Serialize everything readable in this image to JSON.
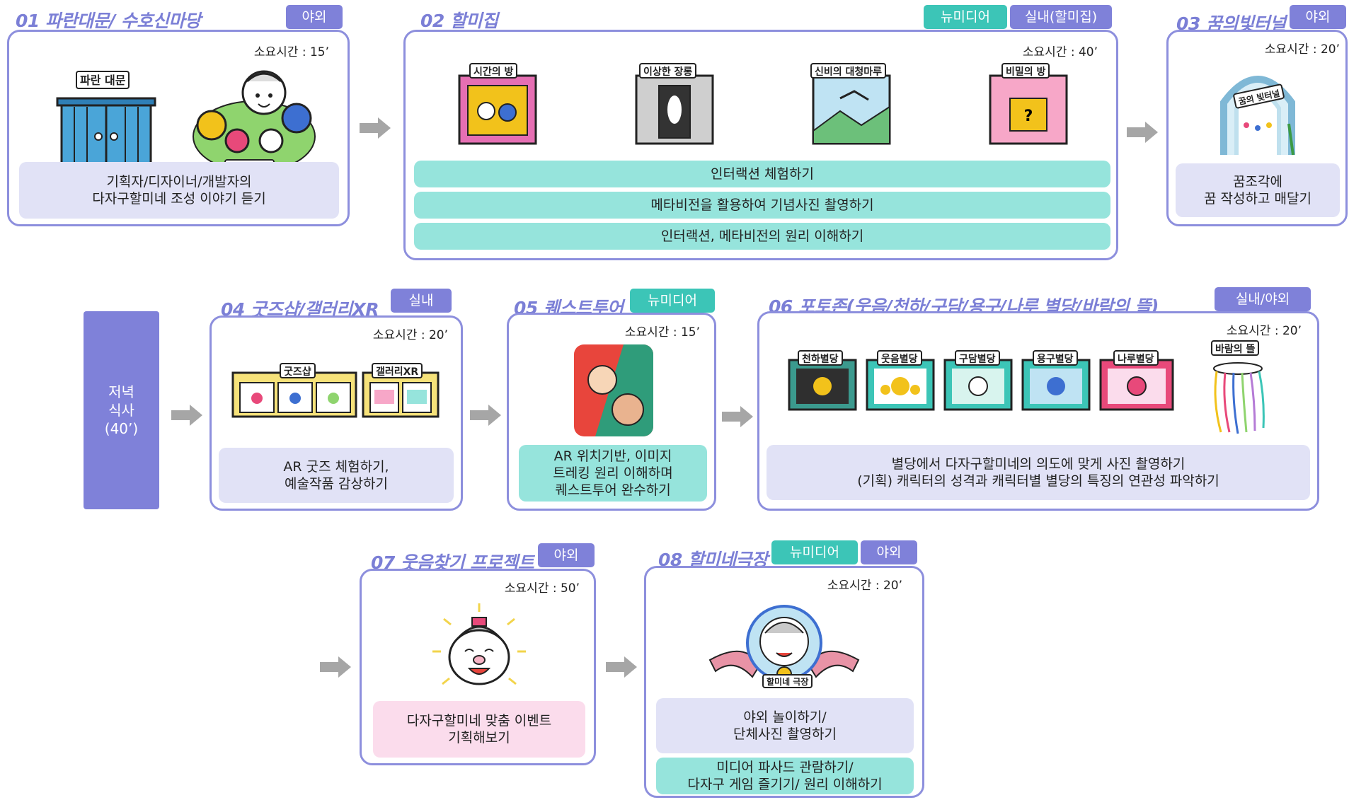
{
  "sections": {
    "s01": {
      "title": "01 파란대문/ 수호신마당",
      "tags": [
        "야외"
      ],
      "time": "소요시간 : 15’",
      "labels": [
        "파란 대문",
        "수호신 마당"
      ],
      "desc": [
        "기획자/디자이너/개발자의\n다자구할미네 조성 이야기 듣기"
      ]
    },
    "s02": {
      "title": "02 할미집",
      "tags": [
        "뉴미디어",
        "실내(할미집)"
      ],
      "time": "소요시간 : 40’",
      "labels": [
        "시간의 방",
        "이상한 장롱",
        "신비의 대청마루",
        "비밀의 방"
      ],
      "desc": [
        "인터랙션 체험하기",
        "메타비전을 활용하여 기념사진 촬영하기",
        "인터랙션, 메타비전의 원리 이해하기"
      ]
    },
    "s03": {
      "title": "03 꿈의빛터널",
      "tags": [
        "야외"
      ],
      "time": "소요시간 : 20’",
      "labels": [
        "꿈의 빛터널"
      ],
      "desc": [
        "꿈조각에\n꿈 작성하고 매달기"
      ]
    },
    "dinner": "저녁\n식사\n(40’)",
    "s04": {
      "title": "04 굿즈샵/갤러리XR",
      "tags": [
        "실내"
      ],
      "time": "소요시간 : 20’",
      "labels": [
        "굿즈샵",
        "갤러리XR"
      ],
      "desc": [
        "AR 굿즈 체험하기,\n예술작품 감상하기"
      ]
    },
    "s05": {
      "title": "05 퀘스트투어",
      "tags": [
        "뉴미디어"
      ],
      "time": "소요시간 : 15’",
      "desc": [
        "AR 위치기반, 이미지\n트레킹 원리 이해하며\n퀘스트투어 완수하기"
      ]
    },
    "s06": {
      "title": "06 포토존(웃음/천하/구담/용구/나루 별당/바람의 뜰)",
      "tags": [
        "실내/야외"
      ],
      "time": "소요시간 : 20’",
      "labels": [
        "천하별당",
        "웃음별당",
        "구담별당",
        "용구별당",
        "나루별당",
        "바람의 뜰"
      ],
      "desc": [
        "별당에서 다자구할미네의 의도에 맞게 사진 촬영하기\n(기획) 캐릭터의 성격과 캐릭터별 별당의 특징의 연관성 파악하기"
      ]
    },
    "s07": {
      "title": "07 웃음찾기 프로젝트",
      "tags": [
        "야외"
      ],
      "time": "소요시간 : 50’",
      "desc": [
        "다자구할미네 맞춤 이벤트\n기획해보기"
      ]
    },
    "s08": {
      "title": "08 할미네극장",
      "tags": [
        "뉴미디어",
        "야외"
      ],
      "time": "소요시간 : 20’",
      "labels": [
        "할미네 극장"
      ],
      "desc": [
        "야외 놀이하기/\n단체사진 촬영하기",
        "미디어 파사드 관람하기/\n다자구 게임 즐기기/ 원리 이해하기"
      ]
    }
  },
  "colors": {
    "accent": "#7f81d9",
    "teal": "#3cc5b7",
    "lavender": "#e1e2f6",
    "mint": "#96e4dc",
    "pink": "#fbdcec"
  },
  "icons": [
    "arrow-right-icon",
    "gate-icon",
    "guardian-yard-icon",
    "room-icon",
    "tunnel-icon",
    "shop-icon",
    "quest-image-icon",
    "byeoldang-icon",
    "wind-garden-icon",
    "grandma-face-icon",
    "theater-emblem-icon"
  ]
}
